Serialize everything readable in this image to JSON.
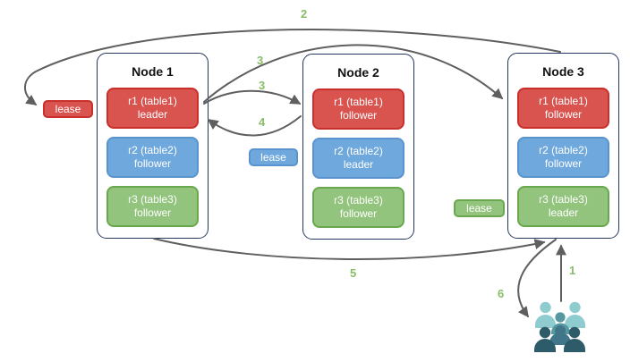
{
  "nodes": [
    {
      "title": "Node 1",
      "replicas": [
        {
          "line1": "r1 (table1)",
          "line2": "leader",
          "color": "red"
        },
        {
          "line1": "r2 (table2)",
          "line2": "follower",
          "color": "blue"
        },
        {
          "line1": "r3 (table3)",
          "line2": "follower",
          "color": "green"
        }
      ]
    },
    {
      "title": "Node 2",
      "replicas": [
        {
          "line1": "r1 (table1)",
          "line2": "follower",
          "color": "red"
        },
        {
          "line1": "r2 (table2)",
          "line2": "leader",
          "color": "blue"
        },
        {
          "line1": "r3 (table3)",
          "line2": "follower",
          "color": "green"
        }
      ]
    },
    {
      "title": "Node 3",
      "replicas": [
        {
          "line1": "r1 (table1)",
          "line2": "follower",
          "color": "red"
        },
        {
          "line1": "r2 (table2)",
          "line2": "follower",
          "color": "blue"
        },
        {
          "line1": "r3 (table3)",
          "line2": "leader",
          "color": "green"
        }
      ]
    }
  ],
  "leases": [
    {
      "label": "lease",
      "color": "red"
    },
    {
      "label": "lease",
      "color": "blue"
    },
    {
      "label": "lease",
      "color": "green"
    }
  ],
  "steps": [
    {
      "label": "1"
    },
    {
      "label": "2"
    },
    {
      "label": "3"
    },
    {
      "label": "3"
    },
    {
      "label": "4"
    },
    {
      "label": "5"
    },
    {
      "label": "6"
    }
  ],
  "colors": {
    "red_fill": "#d9534f",
    "red_border": "#c9302c",
    "blue_fill": "#6fa8dc",
    "blue_border": "#5b93cf",
    "green_fill": "#93c47d",
    "green_border": "#6aa84f",
    "node_border": "#24365e",
    "arrow": "#5f5f5f",
    "step_label": "#89bd69",
    "people_light": "#8fccd0",
    "people_mid": "#57979f",
    "people_mid_dark": "#41768a",
    "people_dark": "#2e5b69"
  }
}
